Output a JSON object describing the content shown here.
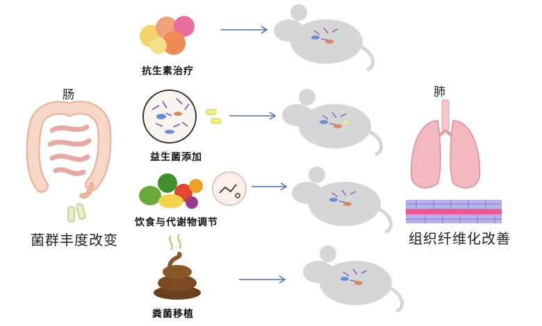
{
  "left": {
    "organ_label": "肠",
    "caption": "菌群丰度改变"
  },
  "right": {
    "organ_label": "肺",
    "caption": "组织纤维化改善"
  },
  "interventions": [
    {
      "label": "抗生素治疗"
    },
    {
      "label": "益生菌添加"
    },
    {
      "label": "饮食与代谢物调节"
    },
    {
      "label": "粪菌移植"
    }
  ],
  "colors": {
    "arrow": "#4a74b5",
    "mouse": "#d6d6d6",
    "lung": "#f3b9c0",
    "intestine": "#f7d8c8",
    "vessel": "#9a8fd8",
    "feces": "#7a4a22"
  }
}
